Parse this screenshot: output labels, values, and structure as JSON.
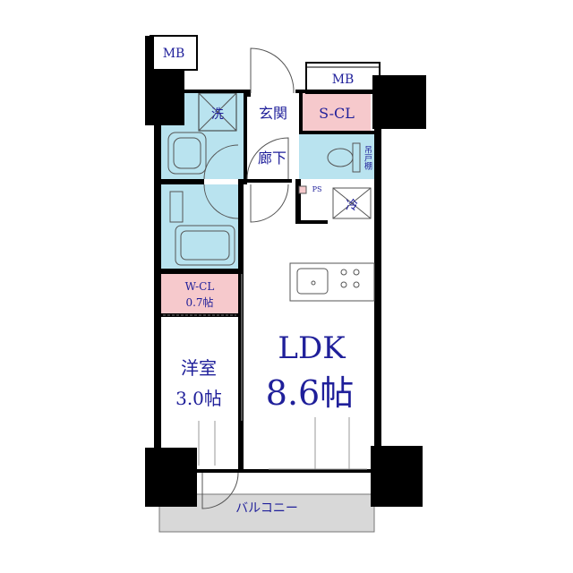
{
  "floorplan": {
    "rooms": {
      "ldk": {
        "name": "LDK",
        "size": "8.6帖"
      },
      "western": {
        "name": "洋室",
        "size": "3.0帖"
      },
      "wcl": {
        "name": "W-CL",
        "size": "0.7帖"
      },
      "scl": {
        "name": "S-CL"
      },
      "entrance": {
        "name": "玄関"
      },
      "hallway": {
        "name": "廊下"
      },
      "balcony": {
        "name": "バルコニー"
      },
      "mb_left": {
        "name": "MB"
      },
      "mb_right": {
        "name": "MB"
      },
      "washer": {
        "name": "洗"
      },
      "fridge": {
        "name": "冷"
      },
      "ps": {
        "name": "PS"
      },
      "shelf": {
        "name": "吊戸棚"
      }
    },
    "colors": {
      "wall": "#000000",
      "wet_area": "#b9e3ef",
      "closet": "#f6c9cc",
      "text": "#1f1f9a",
      "balcony": "#d8d8d8"
    }
  }
}
